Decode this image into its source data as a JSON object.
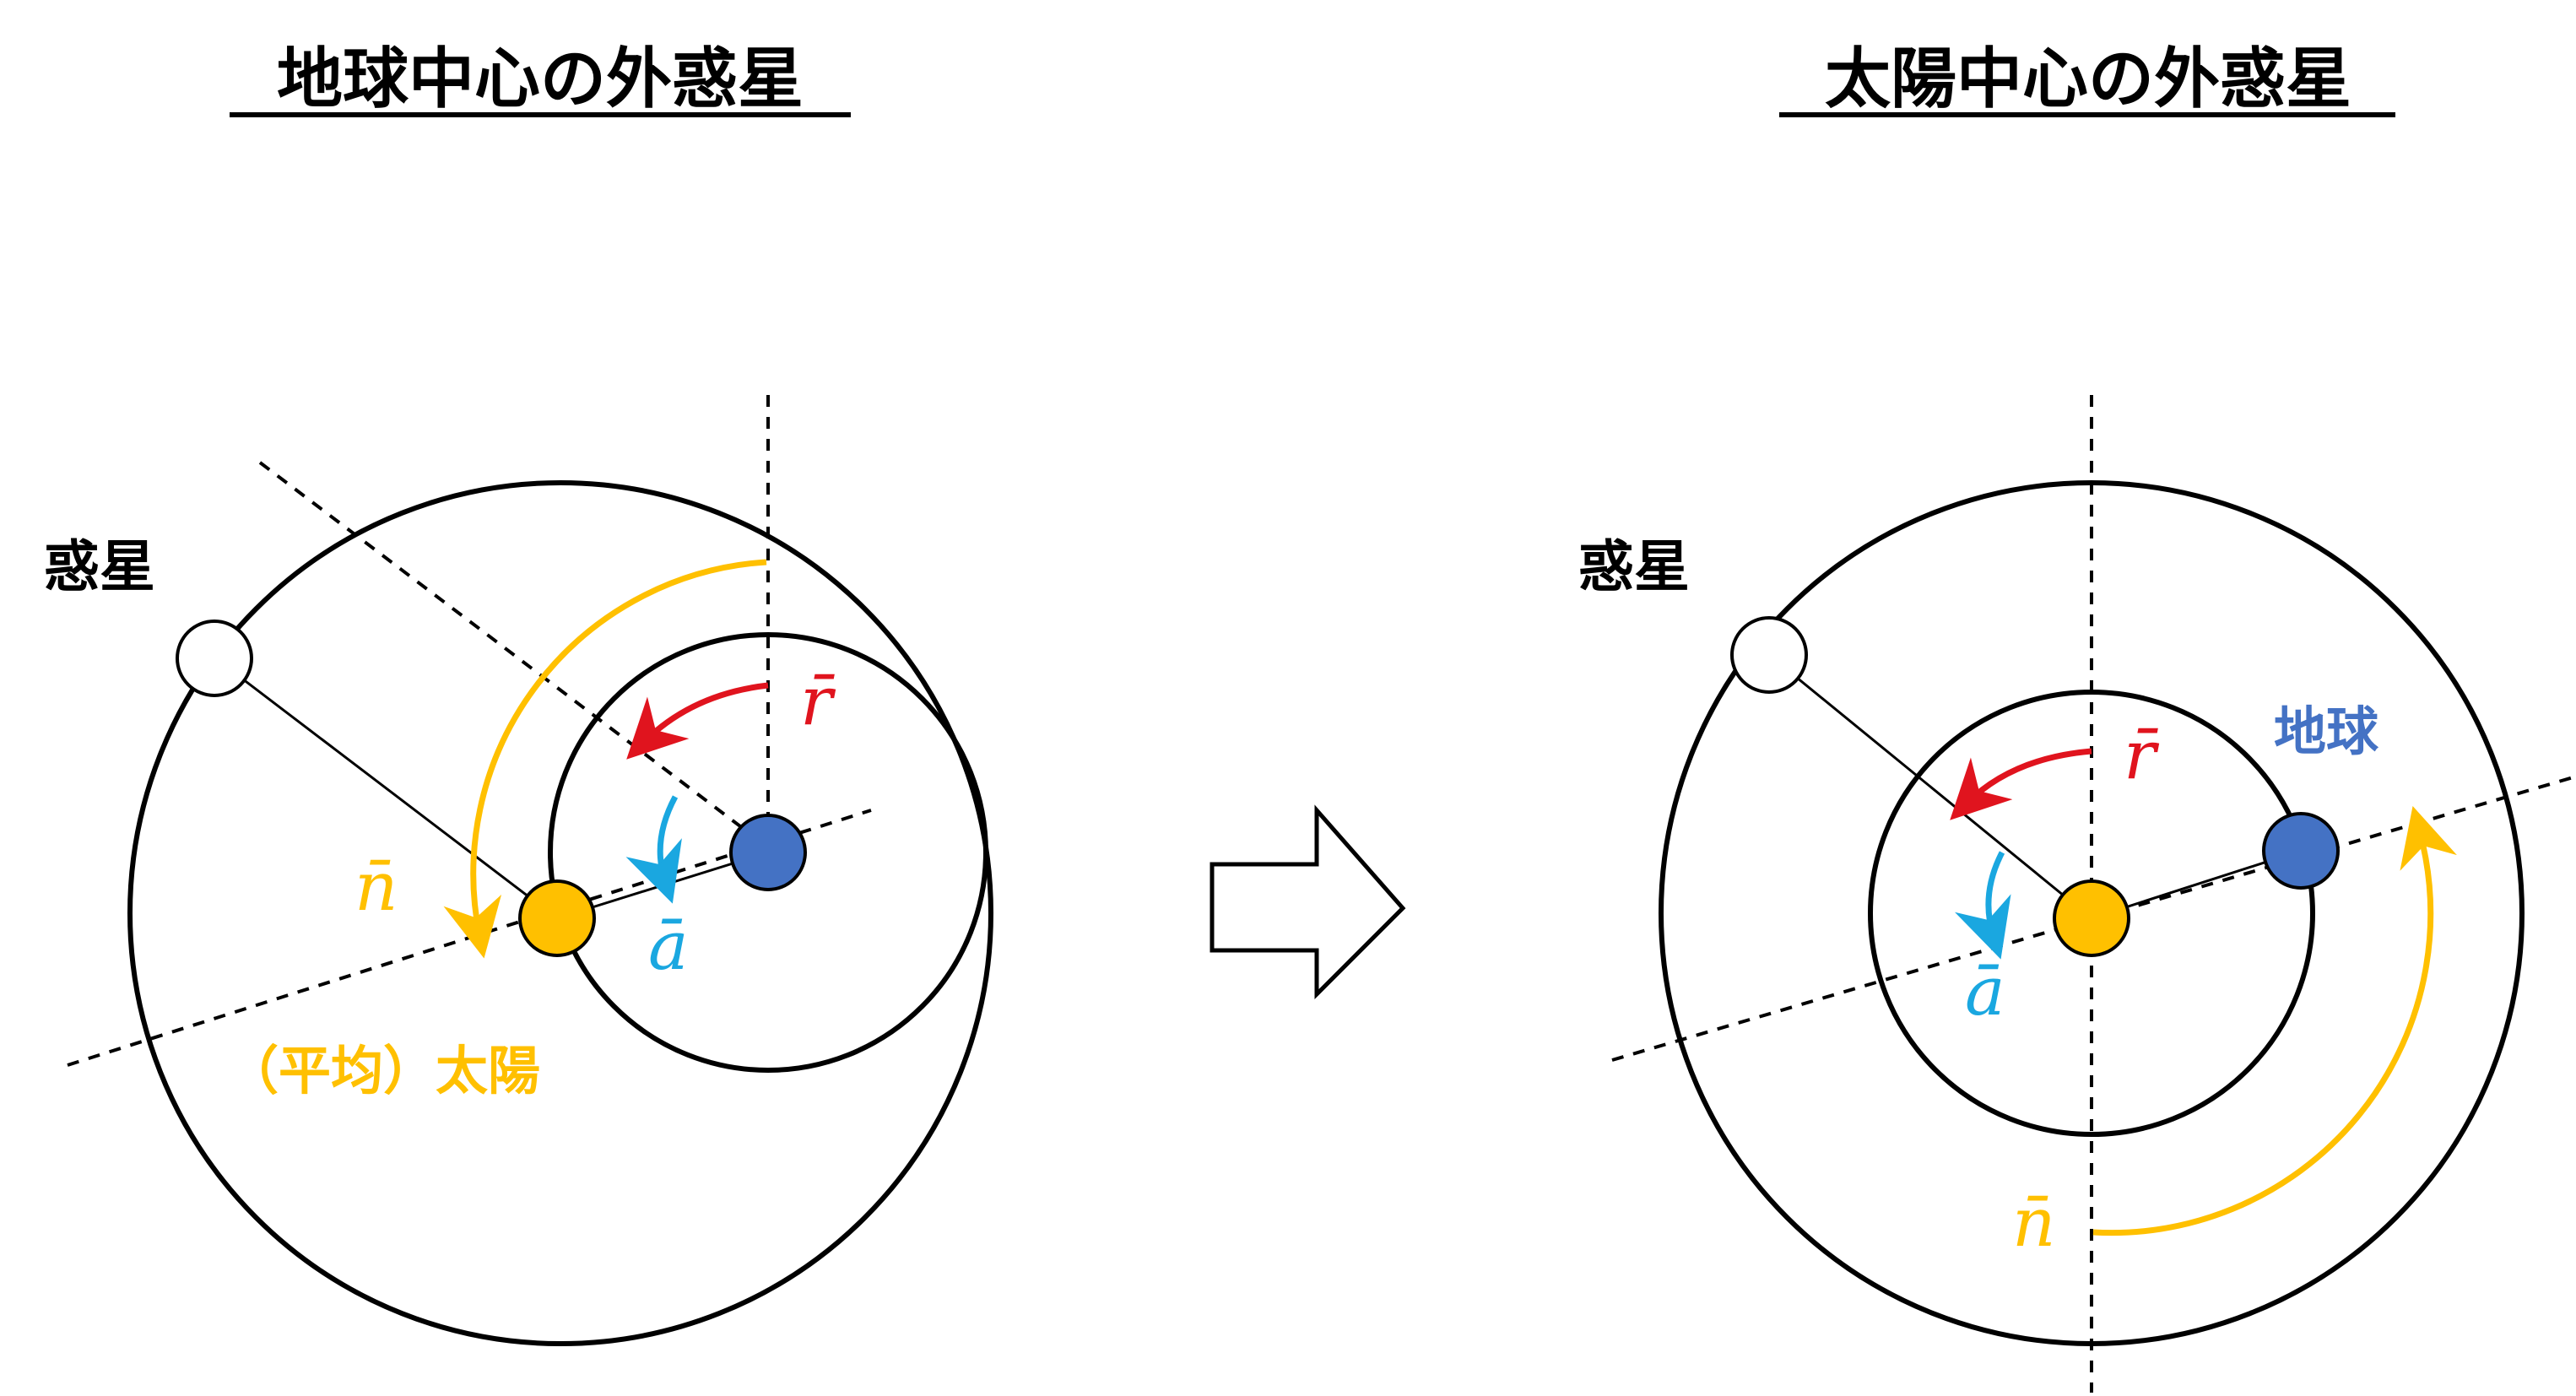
{
  "left_panel": {
    "title": "地球中心の外惑星",
    "planet_label": "惑星",
    "sun_label": "（平均）太陽",
    "r_symbol": "r̄",
    "a_symbol": "ā",
    "n_symbol": "n̄"
  },
  "right_panel": {
    "title": "太陽中心の外惑星",
    "planet_label": "惑星",
    "earth_label": "地球",
    "r_symbol": "r̄",
    "a_symbol": "ā",
    "n_symbol": "n̄"
  },
  "colors": {
    "sun": "#ffc000",
    "earth": "#4472c4",
    "r_arrow": "#e0141e",
    "a_arrow": "#1aa7e0",
    "n_arrow": "#ffc000",
    "earth_label": "#4472c4",
    "line": "#000000"
  },
  "icons": {
    "transform_arrow": "right-arrow-outline-icon"
  }
}
